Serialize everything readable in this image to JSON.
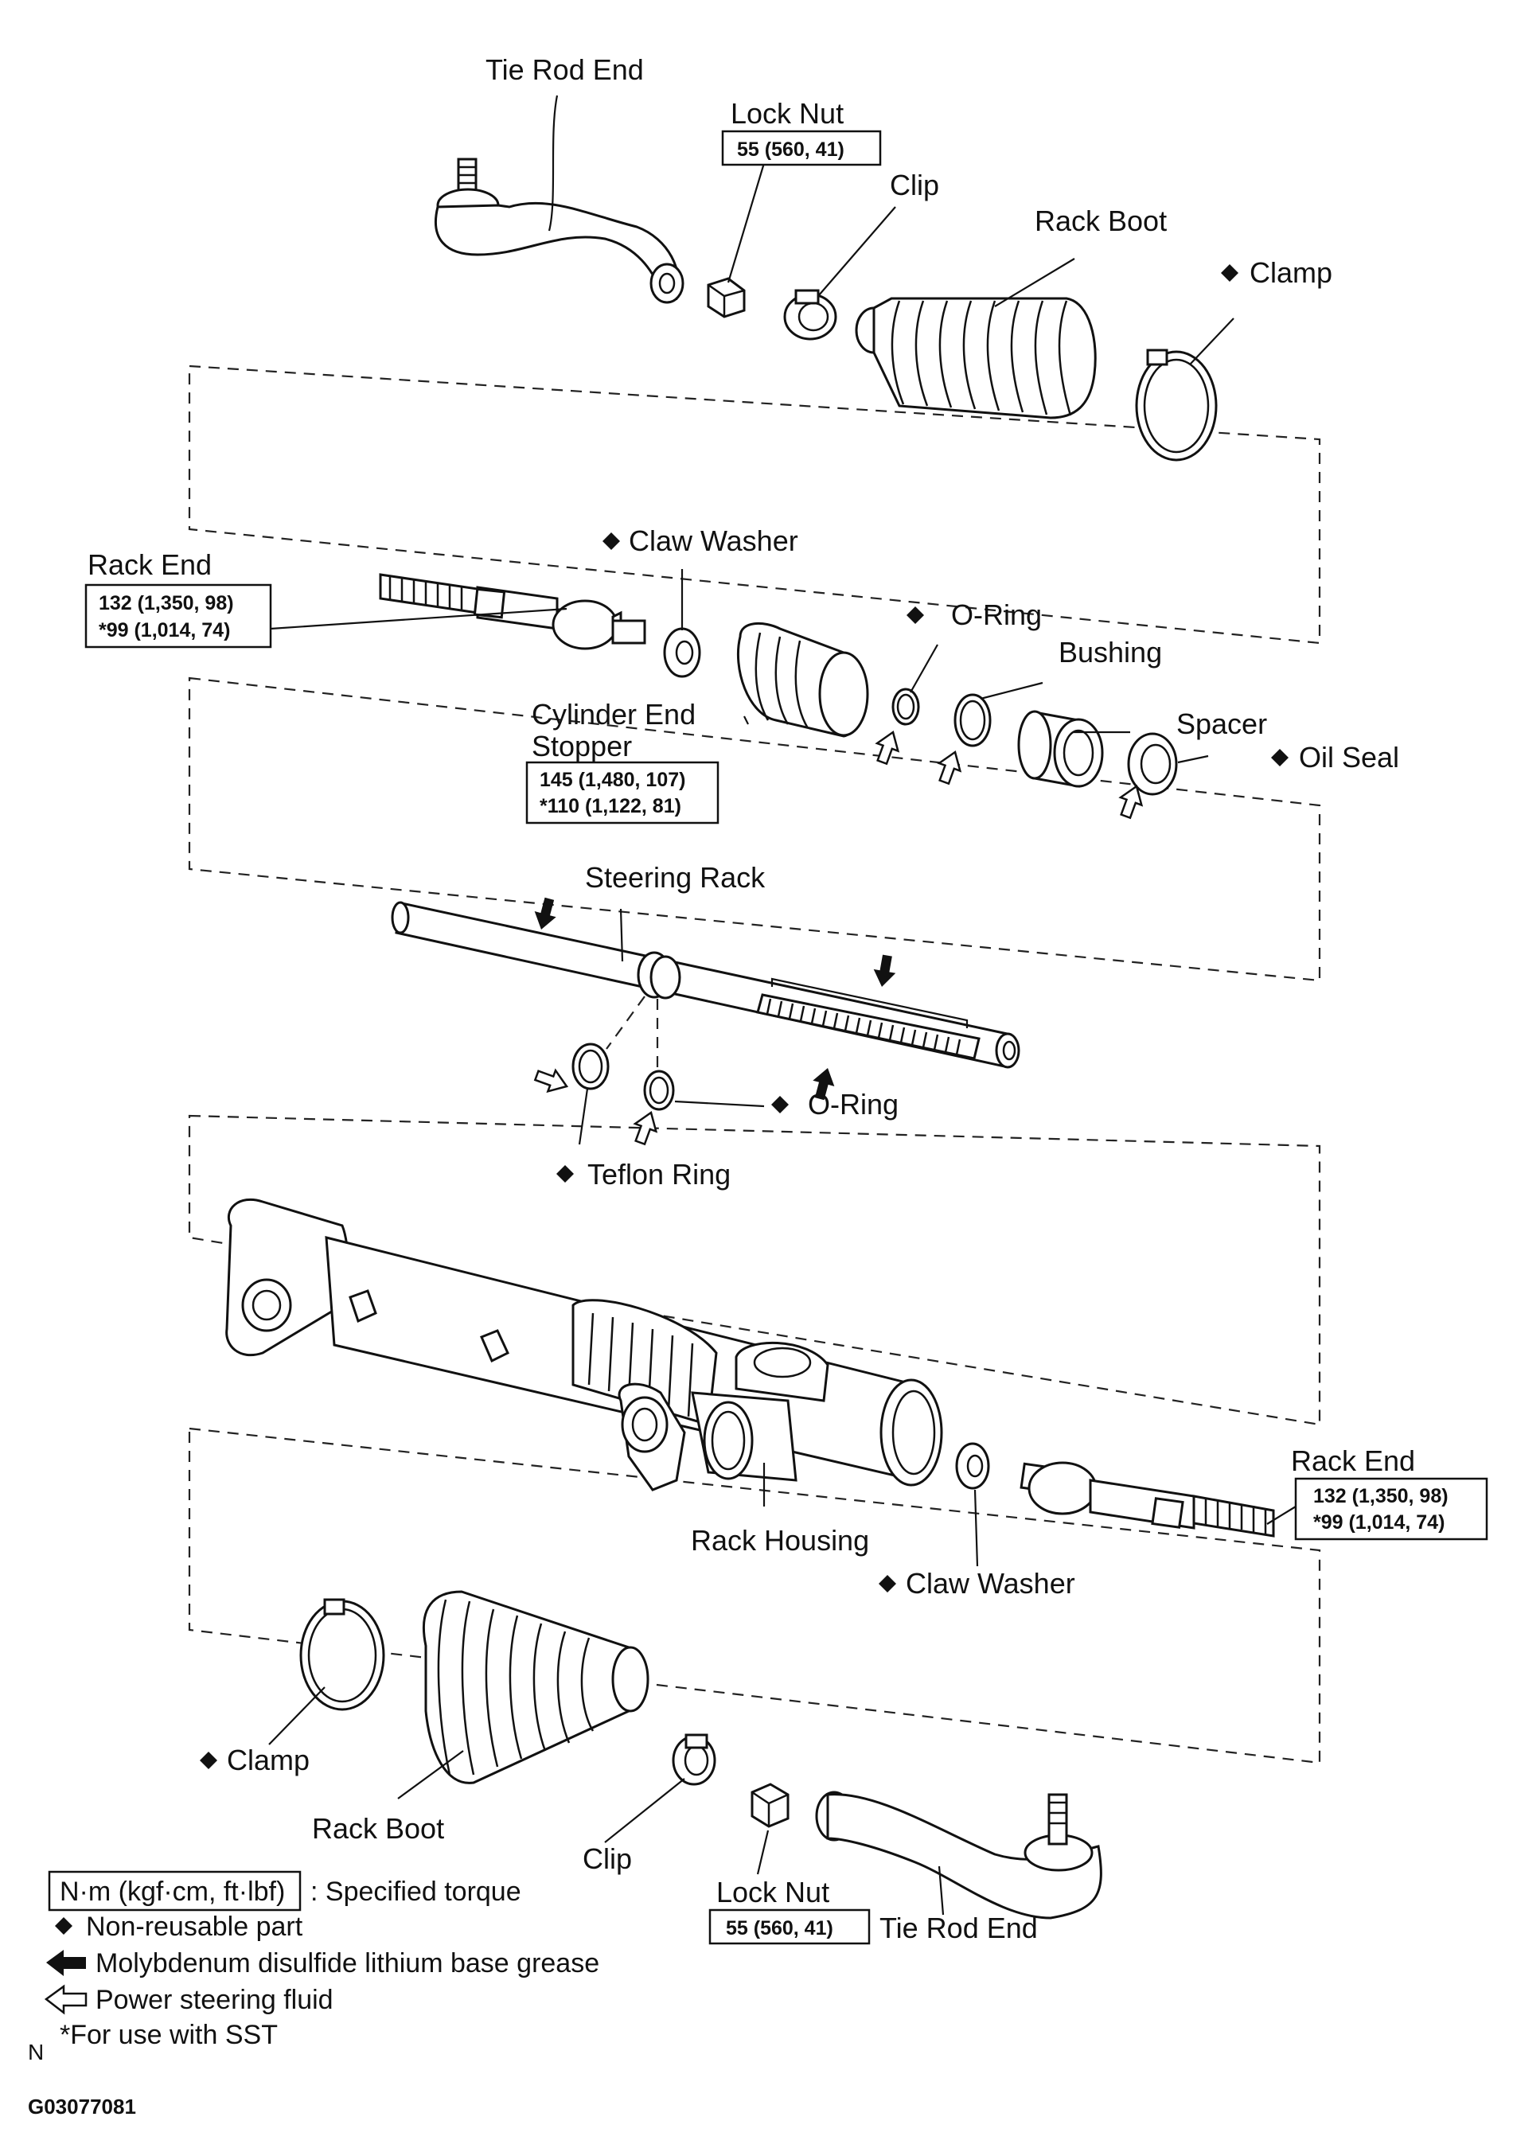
{
  "labels": {
    "tie_rod_end_top": "Tie Rod End",
    "lock_nut_top": "Lock Nut",
    "lock_nut_top_torque": "55 (560, 41)",
    "clip_top": "Clip",
    "rack_boot_top": "Rack Boot",
    "clamp_top": "Clamp",
    "claw_washer_top": "Claw Washer",
    "rack_end_top": "Rack End",
    "rack_end_top_torque_1": "132 (1,350, 98)",
    "rack_end_top_torque_2": "*99 (1,014, 74)",
    "o_ring_top": "O-Ring",
    "bushing": "Bushing",
    "cylinder_end_stopper_1": "Cylinder End",
    "cylinder_end_stopper_2": "Stopper",
    "cylinder_torque_1": "145 (1,480, 107)",
    "cylinder_torque_2": "*110 (1,122, 81)",
    "spacer": "Spacer",
    "oil_seal": "Oil Seal",
    "steering_rack": "Steering Rack",
    "o_ring_mid": "O-Ring",
    "teflon_ring": "Teflon Ring",
    "rack_housing": "Rack Housing",
    "rack_end_bottom": "Rack End",
    "rack_end_bottom_torque_1": "132 (1,350, 98)",
    "rack_end_bottom_torque_2": "*99 (1,014, 74)",
    "claw_washer_bottom": "Claw Washer",
    "clamp_bottom": "Clamp",
    "rack_boot_bottom": "Rack Boot",
    "clip_bottom": "Clip",
    "lock_nut_bottom": "Lock Nut",
    "lock_nut_bottom_torque": "55 (560, 41)",
    "tie_rod_end_bottom": "Tie Rod End"
  },
  "legend": {
    "torque_unit": "N·m (kgf·cm, ft·lbf)",
    "torque_desc": ": Specified torque",
    "non_reusable": "Non-reusable part",
    "grease": "Molybdenum disulfide lithium base grease",
    "fluid": "Power steering fluid",
    "sst": "*For use with SST"
  },
  "footer": {
    "north": "N",
    "figure_id": "G03077081"
  },
  "colors": {
    "ink": "#111111",
    "paper": "#ffffff"
  }
}
